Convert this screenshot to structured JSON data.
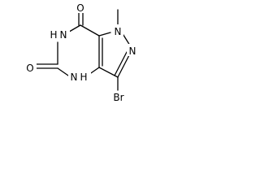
{
  "molecule": {
    "atoms": {
      "o_top": "O",
      "o_left": "O",
      "n_methyl": "N",
      "methyl_line": "",
      "n_right": "N",
      "nh_upper_n": "N",
      "nh_upper_h": "H",
      "nh_lower_n": "N",
      "nh_lower_h": "H",
      "br": "Br"
    },
    "colors": {
      "bond": "#000000",
      "label": "#000000",
      "background": "#ffffff"
    }
  }
}
